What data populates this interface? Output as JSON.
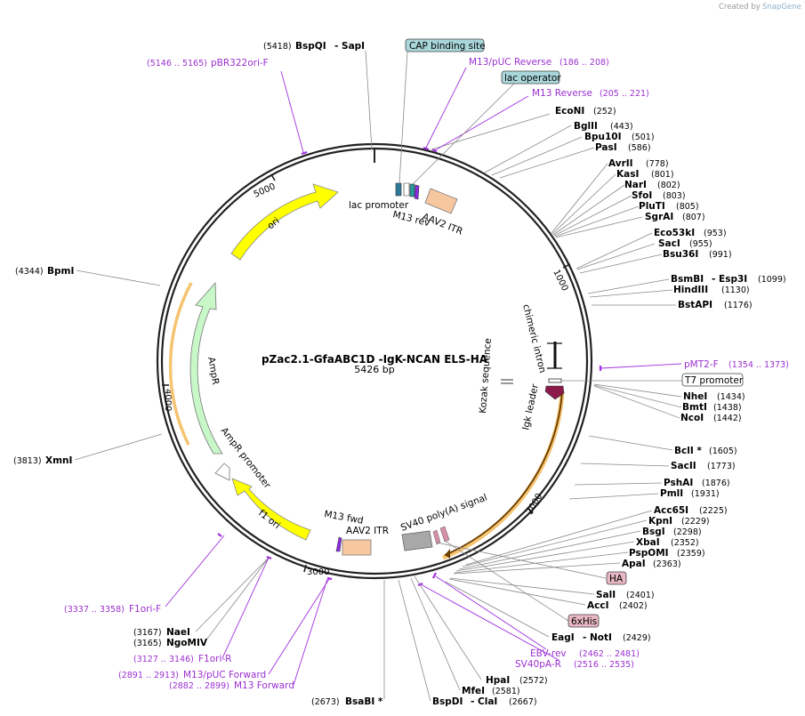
{
  "credit": "Created by",
  "brand": "SnapGene",
  "plasmid": {
    "name": "pZac2.1-GfaABC1D -IgK-NCAN ELS-HA",
    "size": "5426 bp"
  },
  "ticks": [
    "1000",
    "2000",
    "3000",
    "4000",
    "5000"
  ],
  "enzymes": [
    {
      "id": "bspqi",
      "pos": "(5418)",
      "name": "BspQI",
      "name2": "SapI"
    },
    {
      "id": "econi",
      "name": "EcoNI",
      "pos": "(252)"
    },
    {
      "id": "bglii",
      "name": "BglII",
      "pos": "(443)"
    },
    {
      "id": "bpu10i",
      "name": "Bpu10I",
      "pos": "(501)"
    },
    {
      "id": "pasi",
      "name": "PasI",
      "pos": "(586)"
    },
    {
      "id": "avrii",
      "name": "AvrII",
      "pos": "(778)"
    },
    {
      "id": "kasi",
      "name": "KasI",
      "pos": "(801)"
    },
    {
      "id": "nari",
      "name": "NarI",
      "pos": "(802)"
    },
    {
      "id": "sfoi",
      "name": "SfoI",
      "pos": "(803)"
    },
    {
      "id": "pluti",
      "name": "PluTI",
      "pos": "(805)"
    },
    {
      "id": "sgrai",
      "name": "SgrAI",
      "pos": "(807)"
    },
    {
      "id": "eco53ki",
      "name": "Eco53kI",
      "pos": "(953)"
    },
    {
      "id": "saci",
      "name": "SacI",
      "pos": "(955)"
    },
    {
      "id": "bsu36i",
      "name": "Bsu36I",
      "pos": "(991)"
    },
    {
      "id": "bsmbi",
      "name": "BsmBI",
      "name2": "Esp3I",
      "pos": "(1099)"
    },
    {
      "id": "hindiii",
      "name": "HindIII",
      "pos": "(1130)"
    },
    {
      "id": "bstapi",
      "name": "BstAPI",
      "pos": "(1176)"
    },
    {
      "id": "nhei",
      "name": "NheI",
      "pos": "(1434)"
    },
    {
      "id": "bmti",
      "name": "BmtI",
      "pos": "(1438)"
    },
    {
      "id": "ncoi",
      "name": "NcoI",
      "pos": "(1442)"
    },
    {
      "id": "bcli",
      "name": "BclI *",
      "pos": "(1605)"
    },
    {
      "id": "sacii",
      "name": "SacII",
      "pos": "(1773)"
    },
    {
      "id": "pshai",
      "name": "PshAI",
      "pos": "(1876)"
    },
    {
      "id": "pmli",
      "name": "PmlI",
      "pos": "(1931)"
    },
    {
      "id": "acc65i",
      "name": "Acc65I",
      "pos": "(2225)"
    },
    {
      "id": "kpni",
      "name": "KpnI",
      "pos": "(2229)"
    },
    {
      "id": "bsgi",
      "name": "BsgI",
      "pos": "(2298)"
    },
    {
      "id": "xbai",
      "name": "XbaI",
      "pos": "(2352)"
    },
    {
      "id": "pspomi",
      "name": "PspOMI",
      "pos": "(2359)"
    },
    {
      "id": "apai",
      "name": "ApaI",
      "pos": "(2363)"
    },
    {
      "id": "sali",
      "name": "SalI",
      "pos": "(2401)"
    },
    {
      "id": "acci",
      "name": "AccI",
      "pos": "(2402)"
    },
    {
      "id": "eagi",
      "name": "EagI",
      "name2": "NotI",
      "pos": "(2429)"
    },
    {
      "id": "hpai",
      "name": "HpaI",
      "pos": "(2572)"
    },
    {
      "id": "mfei",
      "name": "MfeI",
      "pos": "(2581)"
    },
    {
      "id": "bspdi",
      "name": "BspDI",
      "name2": "ClaI",
      "pos": "(2667)"
    },
    {
      "id": "bsabi",
      "pos": "(2673)",
      "name": "BsaBI *"
    },
    {
      "id": "naei",
      "pos": "(3167)",
      "name": "NaeI"
    },
    {
      "id": "ngomiv",
      "pos": "(3165)",
      "name": "NgoMIV"
    },
    {
      "id": "xmni",
      "pos": "(3813)",
      "name": "XmnI"
    },
    {
      "id": "bpmi",
      "pos": "(4344)",
      "name": "BpmI"
    }
  ],
  "primers": [
    {
      "id": "m13puc-rev",
      "name": "M13/pUC Reverse",
      "pos": "(186 .. 208)"
    },
    {
      "id": "m13-rev",
      "name": "M13 Reverse",
      "pos": "(205 .. 221)"
    },
    {
      "id": "pbr322ori-f",
      "pos": "(5146 .. 5165)",
      "name": "pBR322ori-F"
    },
    {
      "id": "pmt2-f",
      "name": "pMT2-F",
      "pos": "(1354 .. 1373)"
    },
    {
      "id": "ebv-rev",
      "name": "EBV-rev",
      "pos": "(2462 .. 2481)"
    },
    {
      "id": "sv40pa-r",
      "name": "SV40pA-R",
      "pos": "(2516 .. 2535)"
    },
    {
      "id": "f1ori-f",
      "pos": "(3337 .. 3358)",
      "name": "F1ori-F"
    },
    {
      "id": "f1ori-r",
      "pos": "(3127 .. 3146)",
      "name": "F1ori-R"
    },
    {
      "id": "m13puc-fwd",
      "pos": "(2891 .. 2913)",
      "name": "M13/pUC Forward"
    },
    {
      "id": "m13-fwd",
      "pos": "(2882 .. 2899)",
      "name": "M13 Forward"
    }
  ],
  "boxed": [
    {
      "id": "cap",
      "text": "CAP binding site",
      "color": "#a9d6da"
    },
    {
      "id": "lacop",
      "text": "lac operator",
      "color": "#a9d6da"
    },
    {
      "id": "t7",
      "text": "T7 promoter",
      "color": "#ffffff"
    },
    {
      "id": "ha",
      "text": "HA",
      "color": "#e8b7c4"
    },
    {
      "id": "sixhis",
      "text": "6xHis",
      "color": "#e8b7c4"
    }
  ],
  "features": [
    {
      "id": "lacprom",
      "text": "lac promoter"
    },
    {
      "id": "m13rev",
      "text": "M13 rev"
    },
    {
      "id": "aav2itr1",
      "text": "AAV2 ITR"
    },
    {
      "id": "ori",
      "text": "ori"
    },
    {
      "id": "ampr",
      "text": "AmpR"
    },
    {
      "id": "ampprom",
      "text": "AmpR promoter"
    },
    {
      "id": "f1ori",
      "text": "f1 ori"
    },
    {
      "id": "m13fwd",
      "text": "M13 fwd"
    },
    {
      "id": "aav2itr2",
      "text": "AAV2 ITR"
    },
    {
      "id": "sv40",
      "text": "SV40 poly(A) signal"
    },
    {
      "id": "chimeric",
      "text": "chimeric intron"
    },
    {
      "id": "kozak",
      "text": "Kozak sequence"
    },
    {
      "id": "igk",
      "text": "Igk leader"
    }
  ]
}
